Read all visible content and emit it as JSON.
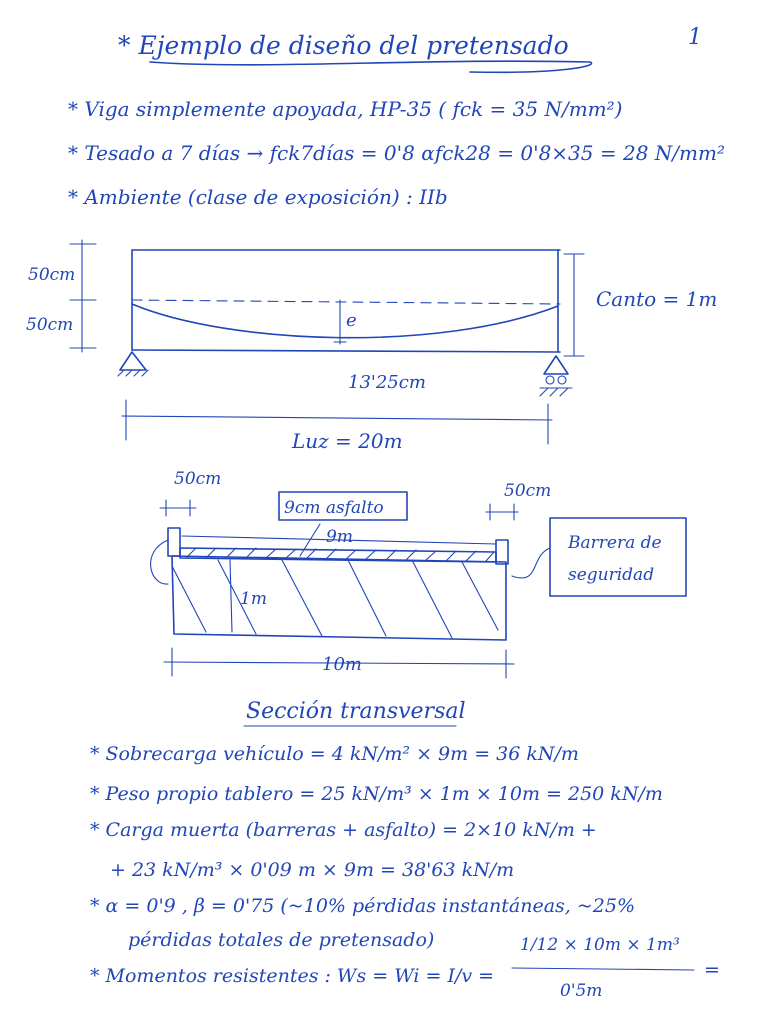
{
  "page": {
    "title": "* Ejemplo de diseño del pretensado",
    "number": "1"
  },
  "header_lines": [
    "* Viga simplemente apoyada, HP-35 ( fck = 35 N/mm²)",
    "* Tesado a 7 días → fck7días = 0'8 αfck28 = 0'8×35 = 28 N/mm²",
    "* Ambiente (clase de exposición) : IIb"
  ],
  "beam": {
    "top_dim": "50cm",
    "bottom_dim": "50cm",
    "depth": "Canto = 1m",
    "ecc_symbol": "e",
    "ecc_value": "13'25cm",
    "span": "Luz = 20m"
  },
  "section": {
    "left_margin": "50cm",
    "right_margin": "50cm",
    "asphalt_label": "9cm asfalto",
    "width_top": "9m",
    "barrier_label_1": "Barrera de",
    "barrier_label_2": "seguridad",
    "height": "1m",
    "width_bottom": "10m",
    "caption": "Sección transversal"
  },
  "calc_lines": [
    "* Sobrecarga vehículo = 4 kN/m² × 9m = 36 kN/m",
    "* Peso propio tablero = 25 kN/m³ × 1m × 10m = 250 kN/m",
    "* Carga muerta (barreras + asfalto) = 2×10 kN/m +",
    "+ 23 kN/m³ × 0'09 m × 9m = 38'63 kN/m",
    "* α = 0'9 , β = 0'75 (~10% pérdidas instantáneas, ~25%",
    "pérdidas totales de pretensado)"
  ],
  "moment": {
    "label": "* Momentos resistentes : Ws = Wi = I/v =",
    "numerator": "1/12 × 10m × 1m³",
    "denominator": "0'5m",
    "trail": "="
  }
}
